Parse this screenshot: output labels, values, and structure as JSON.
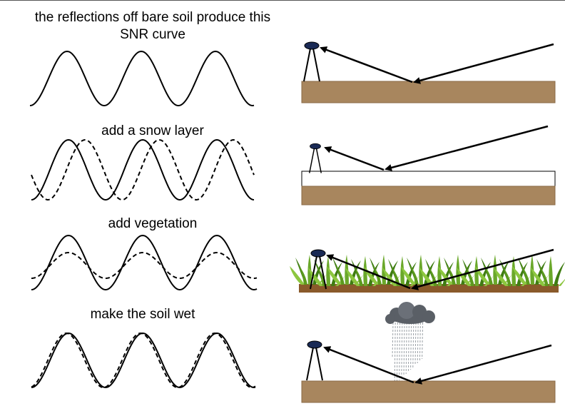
{
  "captions": {
    "bare_soil_line1": "the reflections off bare soil produce this",
    "bare_soil_line2": "SNR curve",
    "snow": "add a snow layer",
    "vegetation": "add vegetation",
    "wet_soil": "make the soil wet"
  },
  "colors": {
    "soil": "#a8865e",
    "soil_edge": "#8a6a45",
    "snow": "#ffffff",
    "grass_dark": "#3f7d12",
    "grass_light": "#8cc63f",
    "cloud": "#5a5f66",
    "rain": "#9aa0a6",
    "antenna": "#1a2a55"
  },
  "icons": [
    "gps-antenna-icon",
    "storm-cloud-icon",
    "grass-icon"
  ]
}
